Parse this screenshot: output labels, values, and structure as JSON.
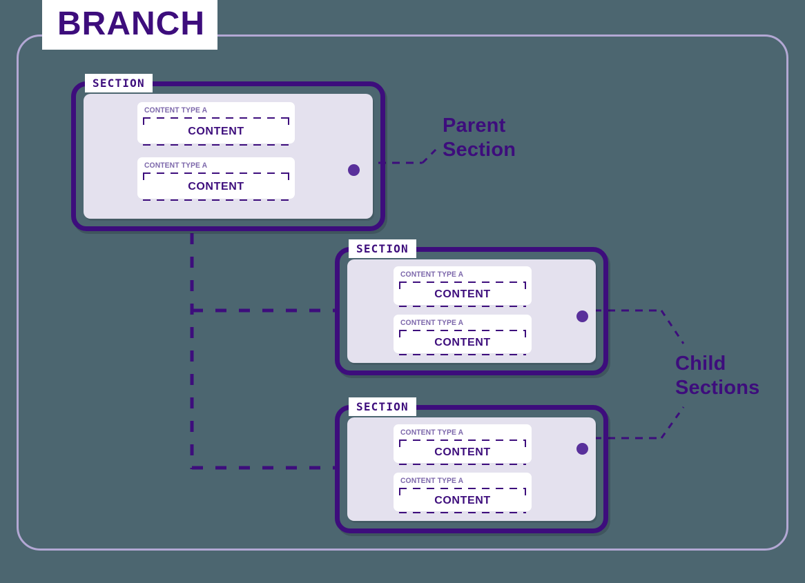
{
  "diagram": {
    "background_color": "#4c6670",
    "accent_color": "#3d0d7c",
    "dot_color": "#59309b",
    "panel_color": "#e4e1ee",
    "frame_color": "#b3a8d4",
    "muted_text_color": "#7d68ab",
    "title": "BRANCH"
  },
  "sections": [
    {
      "id": "parent",
      "label": "SECTION",
      "role": "Parent Section",
      "blocks": [
        {
          "type_label": "CONTENT TYPE A",
          "content_label": "CONTENT"
        },
        {
          "type_label": "CONTENT TYPE A",
          "content_label": "CONTENT"
        }
      ]
    },
    {
      "id": "child-1",
      "label": "SECTION",
      "role": "Child Sections",
      "blocks": [
        {
          "type_label": "CONTENT TYPE A",
          "content_label": "CONTENT"
        },
        {
          "type_label": "CONTENT TYPE A",
          "content_label": "CONTENT"
        }
      ]
    },
    {
      "id": "child-2",
      "label": "SECTION",
      "role": "Child Sections",
      "blocks": [
        {
          "type_label": "CONTENT TYPE A",
          "content_label": "CONTENT"
        },
        {
          "type_label": "CONTENT TYPE A",
          "content_label": "CONTENT"
        }
      ]
    }
  ],
  "callouts": {
    "parent": "Parent\nSection",
    "children": "Child\nSections"
  }
}
